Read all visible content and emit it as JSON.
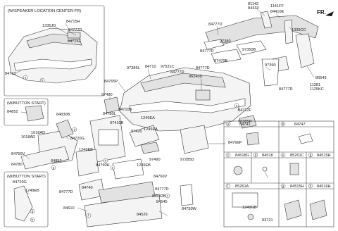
{
  "fr_label": "FR.",
  "inset_speaker": {
    "title": "(W/SPEAKER LOCATION CENTER-FR)",
    "labels": [
      "1335JD",
      "84715H",
      "84777D",
      "84715Z",
      "84710"
    ]
  },
  "inset_button1": {
    "title": "(W/BUTTON START)",
    "labels": [
      "84852"
    ]
  },
  "inset_button2": {
    "title": "(W/BUTTON START)",
    "labels": [
      "84720G",
      "1249EB"
    ]
  },
  "labels": {
    "l81142": "81142",
    "l84433": "84433",
    "l1141FF": "1141FF",
    "l84410E": "84410E",
    "l1339CC": "1339CC",
    "l84777D_a": "84777D",
    "l97380": "97380",
    "l84777D_b": "84777D",
    "l97350B": "97350B",
    "l97470B": "97470B",
    "l97390": "97390",
    "l86549": "86549",
    "l11281": "11281",
    "l1125KC": "1125KC",
    "l84777D_c": "84777D",
    "l96240D": "96240D",
    "l84777D_d": "84777D",
    "l84765P": "84765P",
    "l97386L": "97386L",
    "l84710": "84710",
    "l97531C": "97531C",
    "l84777D_e": "84777D",
    "l97480": "97480",
    "l84712F": "84712F",
    "l84710B": "84710B",
    "l84780L": "84780L",
    "l1249EA_a": "1249EA",
    "l97410B": "97410B",
    "l97385R": "97385R",
    "l97420": "97420",
    "l1249EA_b": "1249EA",
    "l84766P": "84766P",
    "l84830B": "84830B",
    "l1018AD_a": "1018AD",
    "l1018AD_b": "1018AD",
    "l84720G": "84720G",
    "l1249EB_a": "1249EB",
    "l84750V": "84750V",
    "l84852": "84852",
    "l84780": "84780",
    "l84790H": "84790H",
    "l97490": "97490",
    "l97285D": "97285D",
    "l1249EB_b": "1249EB",
    "l84760V": "84760V",
    "l84777D_f": "84777D",
    "l84740": "84740",
    "l84777D_g": "84777D",
    "l84542B": "84542B",
    "l84545": "84545",
    "l84750W": "84750W",
    "l84610": "84610",
    "l84526": "84526"
  },
  "parts_table": [
    {
      "code": "a",
      "part": "84741"
    },
    {
      "code": "b",
      "part": "84747"
    },
    {
      "code": "c",
      "part": "84518G"
    },
    {
      "code": "d",
      "part": "84518"
    },
    {
      "code": "e",
      "part": "85261C"
    },
    {
      "code": "f",
      "part": "85261A"
    },
    {
      "code": "g",
      "part": "84515H"
    },
    {
      "code": "h",
      "part": "84516H"
    }
  ],
  "parts_extra": {
    "f_sub1": "1249GB",
    "f_sub2": "93721"
  }
}
